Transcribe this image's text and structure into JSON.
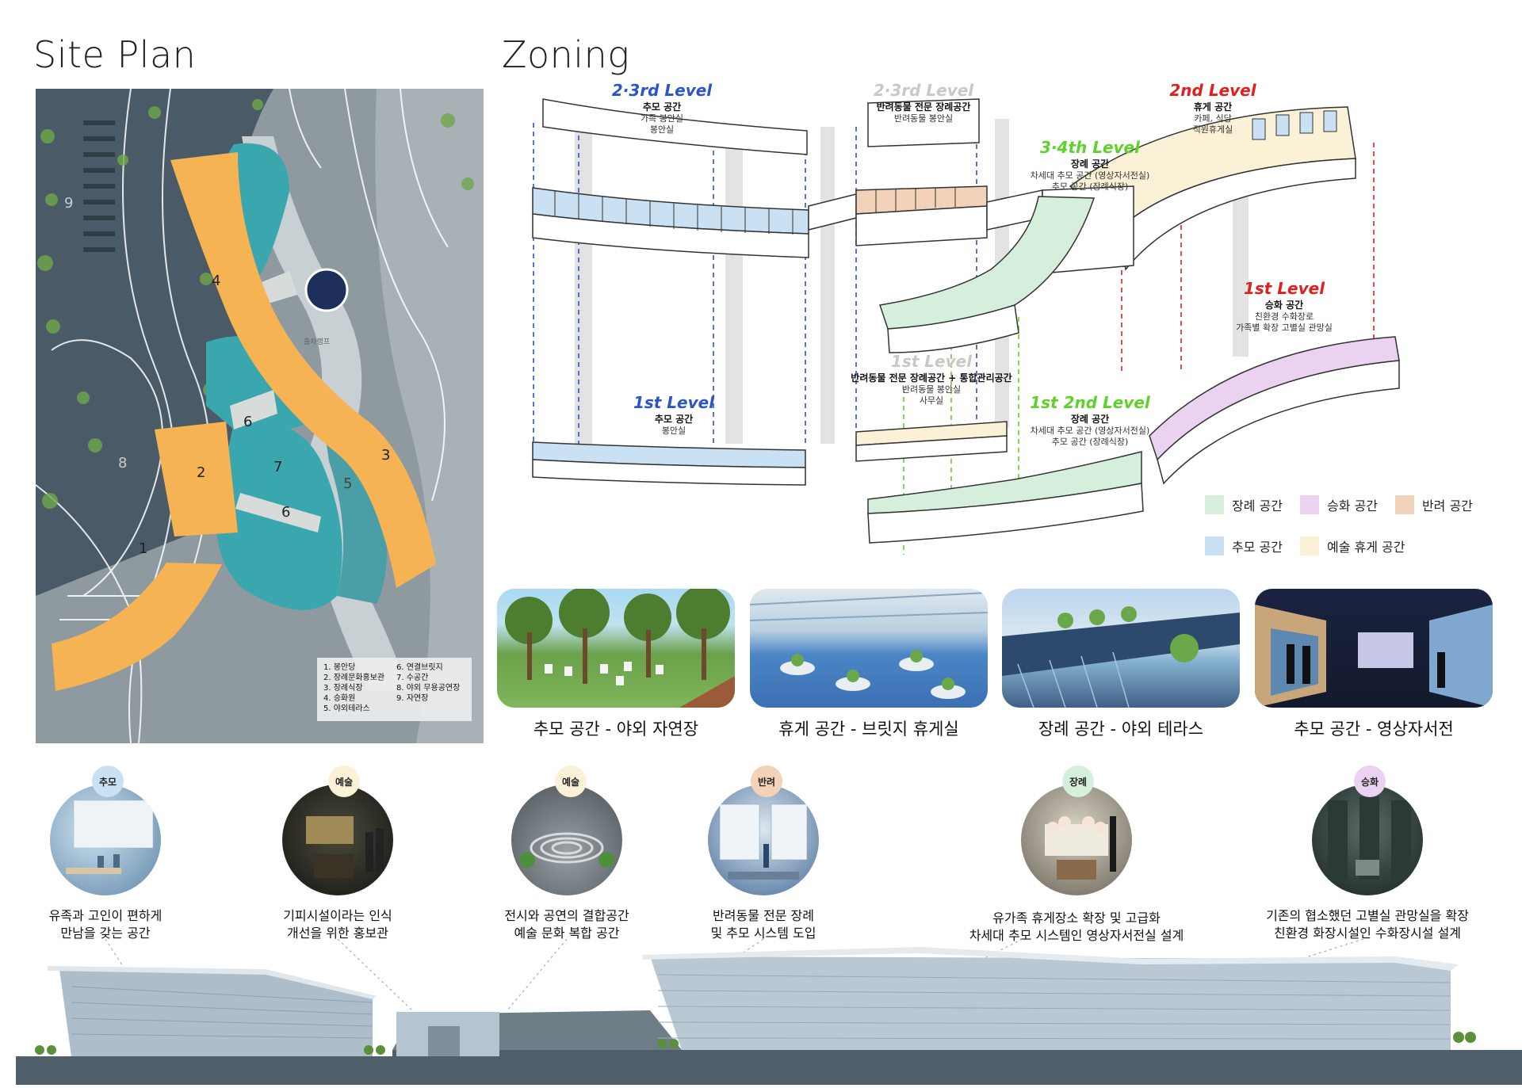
{
  "headings": {
    "site_plan": "Site Plan",
    "zoning": "Zoning"
  },
  "site_plan": {
    "zone_numbers": [
      "1",
      "2",
      "3",
      "4",
      "5",
      "6",
      "6",
      "7",
      "8",
      "9"
    ],
    "road_label": "출차램프",
    "legend_left": [
      "1. 봉안당",
      "2. 장례문화홍보관",
      "3. 장례식장",
      "4. 승화원",
      "5. 야외테라스"
    ],
    "legend_right": [
      "6. 연결브릿지",
      "7. 수공간",
      "8. 야외 무용공연장",
      "9. 자연장"
    ]
  },
  "zoning": {
    "blocks": [
      {
        "level": "2·3rd Level",
        "color": "#2b55c8",
        "title": "추모 공간",
        "lines": [
          "가족 봉안실",
          "봉안실"
        ]
      },
      {
        "level": "2·3rd Level",
        "color": "#c8c8c8",
        "title": "반려동물 전문 장례공간",
        "lines": [
          "반려동물 봉안실"
        ]
      },
      {
        "level": "2nd Level",
        "color": "#e02020",
        "title": "휴게 공간",
        "lines": [
          "카페, 식당",
          "직원휴게실"
        ]
      },
      {
        "level": "3·4th Level",
        "color": "#5fd12a",
        "title": "장례 공간",
        "lines": [
          "차세대 추모 공간 (영상자서전실)",
          "추모 공간 (장례식장)"
        ]
      },
      {
        "level": "1st Level",
        "color": "#e02020",
        "title": "승화 공간",
        "lines": [
          "친환경 수화장로",
          "가족별 확장 고별실 관망실"
        ]
      },
      {
        "level": "1st Level",
        "color": "#c8c8c8",
        "title": "반려동물 전문 장례공간 + 통합관리공간",
        "lines": [
          "반려동물 봉안실",
          "사무실"
        ]
      },
      {
        "level": "1st Level",
        "color": "#2b55c8",
        "title": "추모 공간",
        "lines": [
          "봉안실"
        ]
      },
      {
        "level": "1st 2nd Level",
        "color": "#5fd12a",
        "title": "장례 공간",
        "lines": [
          "차세대 추모 공간 (영상자서전실)",
          "추모 공간 (장례식장)"
        ]
      }
    ],
    "legend": [
      {
        "label": "장례 공간",
        "color": "#d6efdc"
      },
      {
        "label": "승화 공간",
        "color": "#ead2f0"
      },
      {
        "label": "반려 공간",
        "color": "#f2d2b8"
      },
      {
        "label": "추모 공간",
        "color": "#c9e1f2"
      },
      {
        "label": "예술 휴게 공간",
        "color": "#fbf1d6"
      }
    ]
  },
  "photos": [
    {
      "caption": "추모 공간 - 야외 자연장"
    },
    {
      "caption": "휴게 공간 - 브릿지 휴게실"
    },
    {
      "caption": "장례 공간 - 야외 테라스"
    },
    {
      "caption": "추모 공간 - 영상자서전"
    }
  ],
  "circles": [
    {
      "badge": "추모",
      "badge_color": "#c9e1f2",
      "lines": [
        "유족과 고인이 편하게",
        "만남을 갖는 공간"
      ]
    },
    {
      "badge": "예술",
      "badge_color": "#fbf1d6",
      "lines": [
        "기피시설이라는 인식",
        "개선을 위한 홍보관"
      ]
    },
    {
      "badge": "예술",
      "badge_color": "#fbf1d6",
      "lines": [
        "전시와 공연의 결합공간",
        "예술 문화 복합 공간"
      ]
    },
    {
      "badge": "반려",
      "badge_color": "#f2d2b8",
      "lines": [
        "반려동물 전문 장례",
        "및 추모 시스템 도입"
      ]
    },
    {
      "badge": "장례",
      "badge_color": "#d6efdc",
      "lines": [
        "유가족 휴게장소 확장 및 고급화",
        "차세대 추모 시스템인 영상자서전실 설계"
      ]
    },
    {
      "badge": "승화",
      "badge_color": "#ead2f0",
      "lines": [
        "기존의 협소했던 고별실 관망실을 확장",
        "친환경 화장시설인 수화장시설 설계"
      ]
    }
  ]
}
